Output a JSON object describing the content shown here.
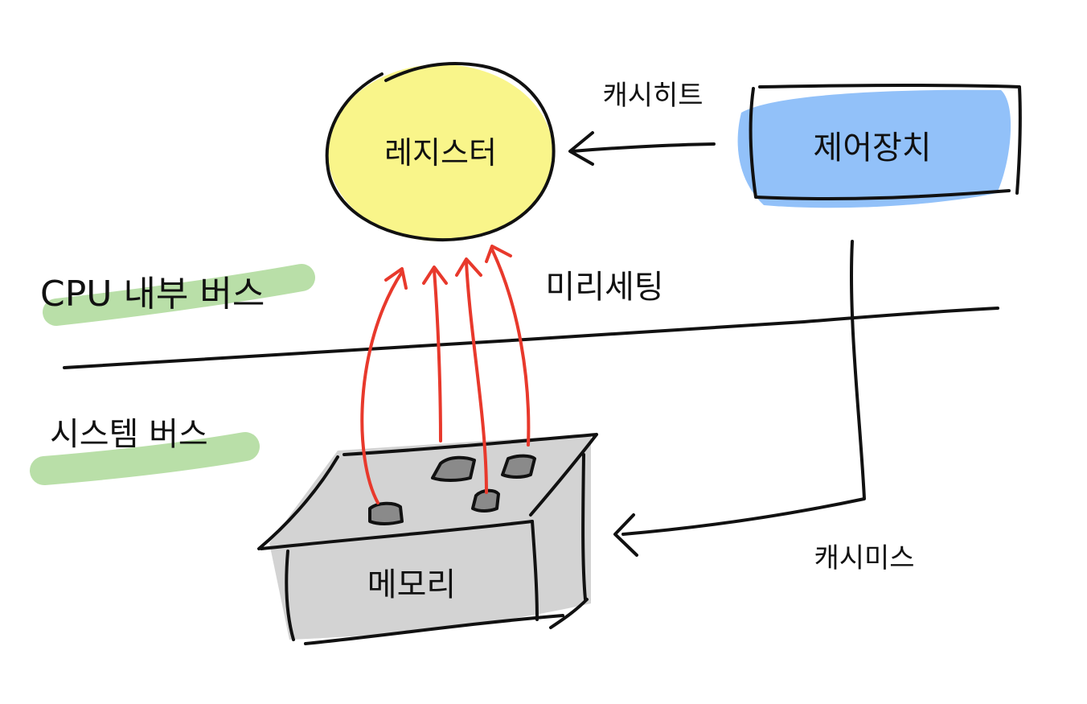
{
  "labels": {
    "register": "레지스터",
    "control_unit": "제어장치",
    "cache_hit": "캐시히트",
    "cpu_internal_bus": "CPU 내부 버스",
    "prefetch": "미리세팅",
    "system_bus": "시스템 버스",
    "memory": "메모리",
    "cache_miss": "캐시미스"
  },
  "colors": {
    "register_fill": "#f9f58a",
    "control_unit_fill": "#92c1f9",
    "bus_highlight": "#b9dfa8",
    "memory_fill": "#d3d3d3",
    "memory_slot_fill": "#8a8a8a",
    "arrow_red": "#e8392c",
    "ink": "#111111"
  }
}
